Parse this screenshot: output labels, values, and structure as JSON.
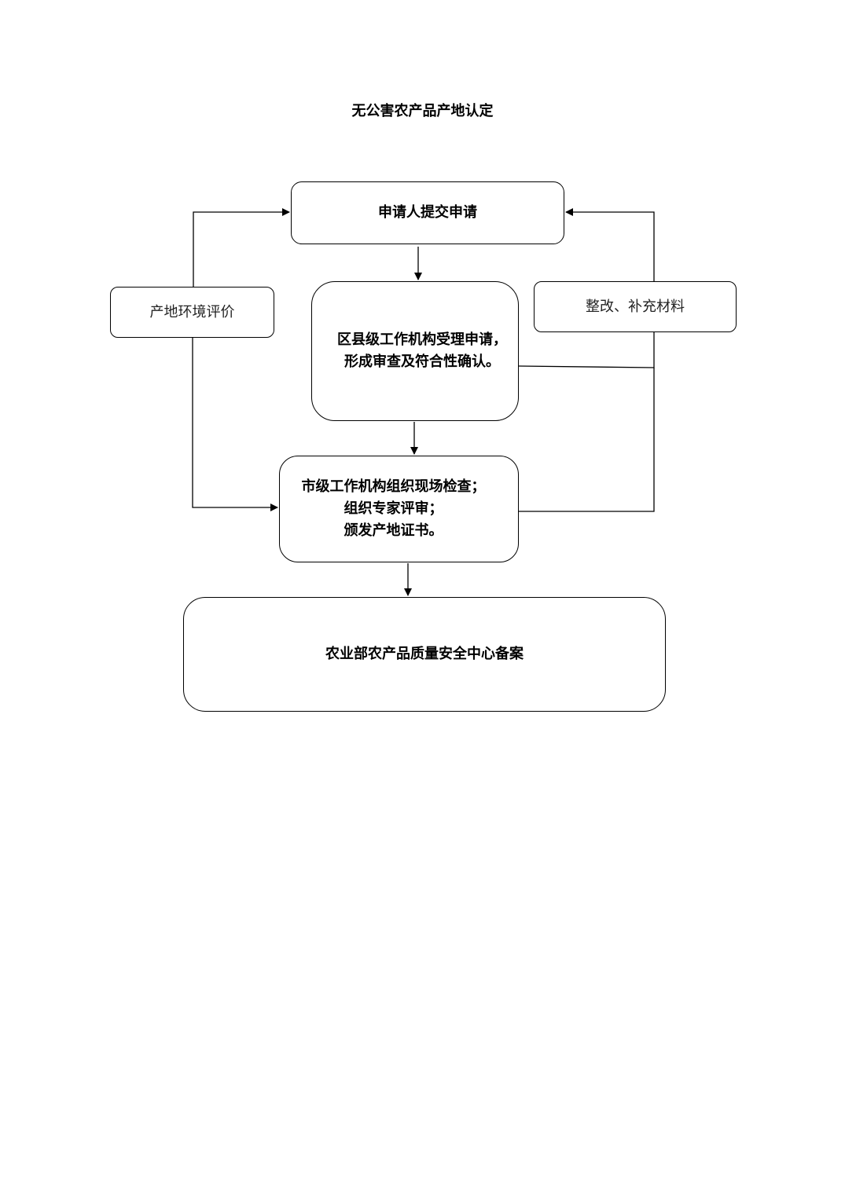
{
  "title": "无公害农产品产地认定",
  "nodes": {
    "apply": "申请人提交申请",
    "county": "区县级工作机构受理申请，\n形成审查及符合性确认。",
    "city": "市级工作机构组织现场检查；\n组织专家评审；\n颁发产地证书。",
    "record": "农业部农产品质量安全中心备案",
    "environment_eval": "产地环境评价",
    "rectify": "整改、补充材料"
  },
  "colors": {
    "line": "#000000",
    "border": "#000000",
    "background": "#ffffff"
  }
}
